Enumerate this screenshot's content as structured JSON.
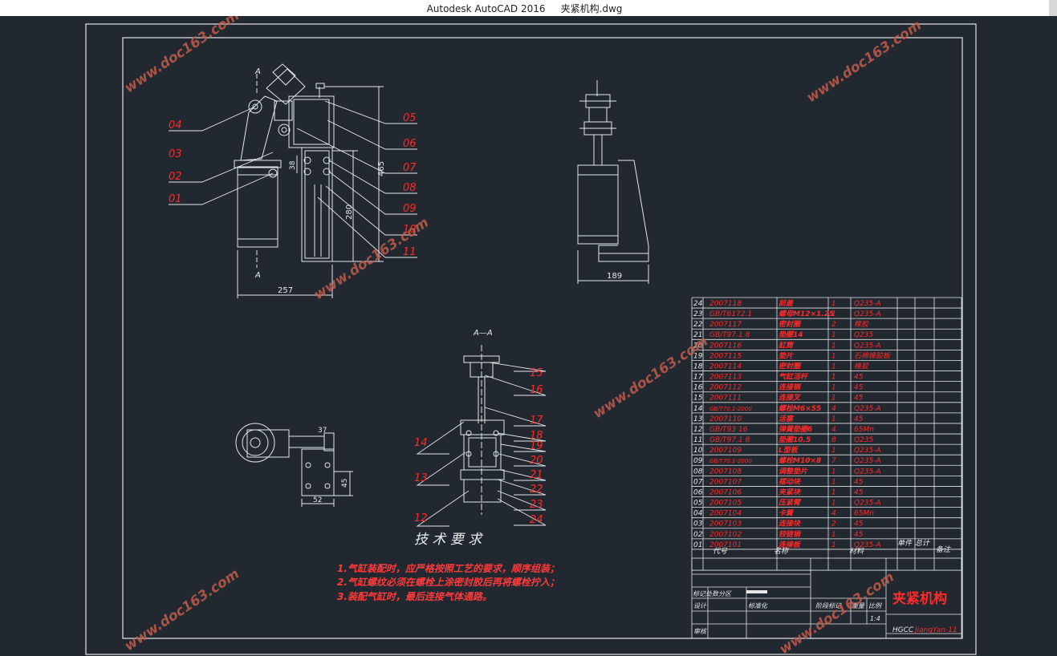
{
  "window": {
    "app": "Autodesk AutoCAD 2016",
    "file": "夹紧机构.dwg"
  },
  "colors": {
    "background": "#212830",
    "lines": "#e6e6e6",
    "annotation": "#ff2a2a"
  },
  "watermark": "www.doc163.com",
  "section_labels": {
    "a_top": "A",
    "a_bottom": "A",
    "section_view": "A—A"
  },
  "dimensions": {
    "d257": "257",
    "d465": "465",
    "d280": "280",
    "d38": "38",
    "d189": "189",
    "d37": "37",
    "d45": "45",
    "d52": "52"
  },
  "part_callouts": {
    "front": [
      "04",
      "03",
      "02",
      "01",
      "05",
      "06",
      "07",
      "08",
      "09",
      "10",
      "11"
    ],
    "section": [
      "15",
      "16",
      "17",
      "18",
      "19",
      "20",
      "21",
      "22",
      "23",
      "24",
      "14",
      "13",
      "12"
    ]
  },
  "tech": {
    "title": "技 术 要 求",
    "items": [
      "1.气缸装配时，应严格按照工艺的要求，顺序组装；",
      "2.气缸螺纹必须在螺栓上涂密封胶后再将螺栓拧入；",
      "3.装配气缸时，最后连接气体通路。"
    ]
  },
  "bom": {
    "rows": [
      [
        "24",
        "2007118",
        "前盖",
        "1",
        "Q235-A"
      ],
      [
        "23",
        "GB/T6172.1",
        "螺母M12×1.25",
        "1",
        "Q235-A"
      ],
      [
        "22",
        "2007117",
        "密封圈",
        "2",
        "橡胶"
      ],
      [
        "21",
        "GB/T97.1 8",
        "垫圈14",
        "1",
        "Q235"
      ],
      [
        "20",
        "2007116",
        "缸筒",
        "1",
        "Q235-A"
      ],
      [
        "19",
        "2007115",
        "垫片",
        "1",
        "石棉橡胶板"
      ],
      [
        "18",
        "2007114",
        "密封圈",
        "1",
        "橡胶"
      ],
      [
        "17",
        "2007113",
        "气缸活杆",
        "1",
        "45"
      ],
      [
        "16",
        "2007112",
        "连接销",
        "1",
        "45"
      ],
      [
        "15",
        "2007111",
        "连接叉",
        "1",
        "45"
      ],
      [
        "14",
        "GB/T70.1-2000",
        "螺栓M6×55",
        "4",
        "Q235-A"
      ],
      [
        "13",
        "2007110",
        "活塞",
        "1",
        "45"
      ],
      [
        "12",
        "GB/T93 16",
        "弹簧垫圈6",
        "4",
        "65Mn"
      ],
      [
        "11",
        "GB/T97.1 8",
        "垫圈10.5",
        "8",
        "Q235"
      ],
      [
        "10",
        "2007109",
        "L型板",
        "1",
        "Q235-A"
      ],
      [
        "09",
        "GB/T70.1-2000",
        "螺栓M10×8",
        "7",
        "Q235-A"
      ],
      [
        "08",
        "2007108",
        "调整垫片",
        "1",
        "Q235-A"
      ],
      [
        "07",
        "2007107",
        "摆动块",
        "1",
        "45"
      ],
      [
        "06",
        "2007106",
        "夹紧块",
        "1",
        "45"
      ],
      [
        "05",
        "2007105",
        "压紧臂",
        "1",
        "Q235-A"
      ],
      [
        "04",
        "2007104",
        "卡簧",
        "4",
        "65Mn"
      ],
      [
        "03",
        "2007103",
        "连接块",
        "2",
        "45"
      ],
      [
        "02",
        "2007102",
        "铰链销",
        "1",
        "45"
      ],
      [
        "01",
        "2007101",
        "连接板",
        "1",
        "Q235-A"
      ]
    ],
    "header": {
      "code": "代号",
      "name": "名称",
      "material": "材料",
      "unit_w": "单件",
      "total_w": "总计",
      "remark": "备注"
    }
  },
  "title_block": {
    "name": "夹紧机构",
    "code": "HGCC",
    "author": "JiangYan-11",
    "scale": "1:4",
    "labels": {
      "revision": "标记处数分区",
      "design": "设计",
      "standard": "标准化",
      "review": "审核",
      "stage": "阶段标记",
      "weight": "重量",
      "ratio": "比例"
    }
  }
}
